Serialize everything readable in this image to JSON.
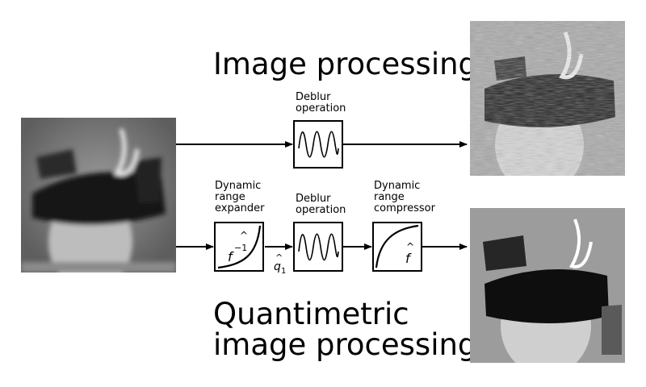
{
  "titles": {
    "top": "Image processing",
    "bottom_line1": "Quantimetric",
    "bottom_line2": "image processing"
  },
  "top_path": {
    "deblur_line1": "Deblur",
    "deblur_line2": "operation"
  },
  "bottom_path": {
    "expander_line1": "Dynamic",
    "expander_line2": "range",
    "expander_line3": "expander",
    "expander_symbol": "f",
    "expander_exponent": "−1",
    "q_symbol": "q",
    "q_subscript": "1",
    "deblur_line1": "Deblur",
    "deblur_line2": "operation",
    "compressor_line1": "Dynamic",
    "compressor_line2": "range",
    "compressor_line3": "compressor",
    "compressor_symbol": "f",
    "hat": "^"
  },
  "colors": {
    "ink": "#000000",
    "background": "#ffffff"
  }
}
